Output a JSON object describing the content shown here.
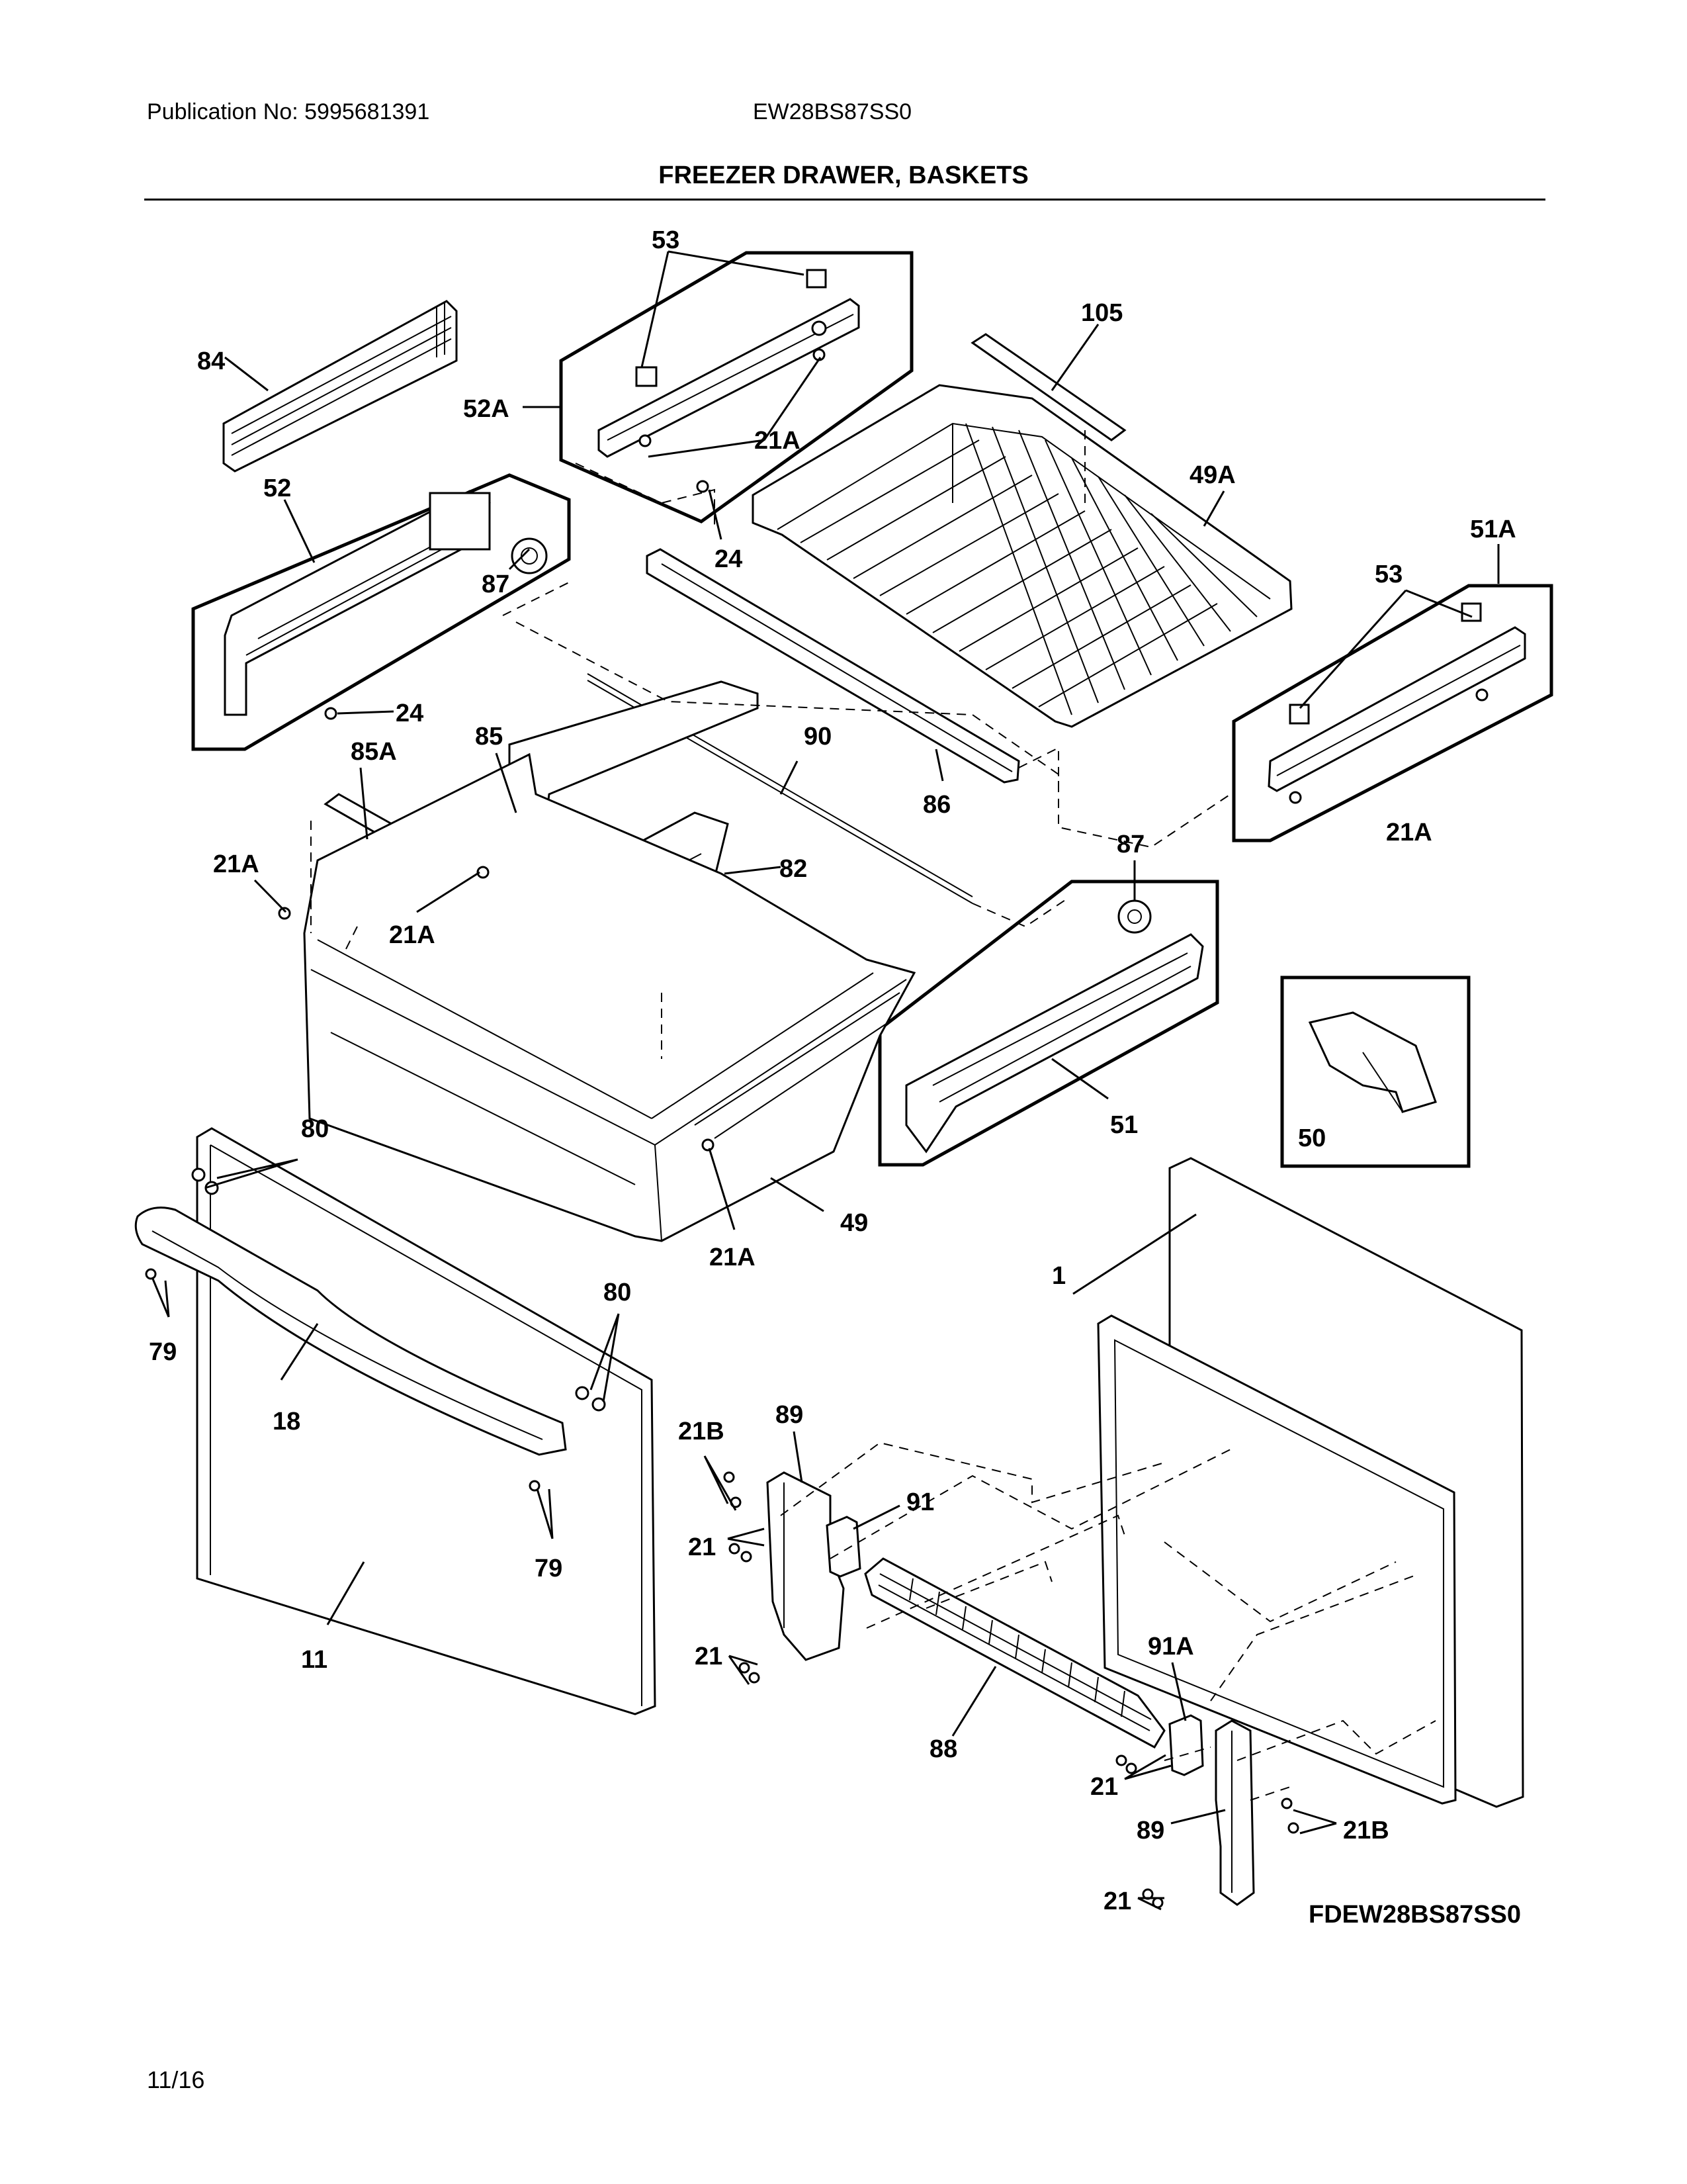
{
  "header": {
    "publication": "Publication No: 5995681391",
    "model": "EW28BS87SS0"
  },
  "title": "FREEZER DRAWER, BASKETS",
  "figure_code": "FDEW28BS87SS0",
  "page_number": "11/16",
  "labels": {
    "l53a": "53",
    "l84": "84",
    "l52A": "52A",
    "l21Aa": "21A",
    "l105": "105",
    "l52": "52",
    "l24a": "24",
    "l49A": "49A",
    "l51A": "51A",
    "l53b": "53",
    "l87a": "87",
    "l24b": "24",
    "l85": "85",
    "l85A": "85A",
    "l90": "90",
    "l86": "86",
    "l21Ab": "21A",
    "l87b": "87",
    "l21Ac": "21A",
    "l82": "82",
    "l21Ad": "21A",
    "l50": "50",
    "l51": "51",
    "l80a": "80",
    "l49": "49",
    "l21Ae": "21A",
    "l1": "1",
    "l80b": "80",
    "l79a": "79",
    "l18": "18",
    "l21Ba": "21B",
    "l89a": "89",
    "l91": "91",
    "l21a": "21",
    "l79b": "79",
    "l11": "11",
    "l21b": "21",
    "l91A": "91A",
    "l88": "88",
    "l21c": "21",
    "l89b": "89",
    "l21Bb": "21B",
    "l21d": "21"
  }
}
